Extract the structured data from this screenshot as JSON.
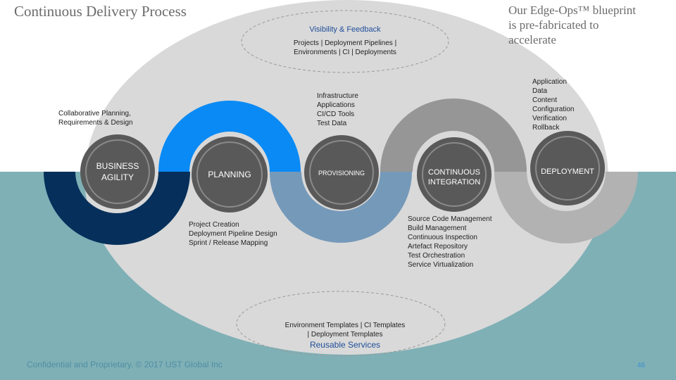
{
  "title": "Continuous Delivery Process",
  "tagline": [
    "Our Edge-Ops™ blueprint",
    "is pre-fabricated to",
    "accelerate"
  ],
  "visibility": {
    "heading": "Visibility & Feedback",
    "line1": "Projects  |  Deployment Pipelines  |",
    "line2": "Environments  |  CI  |  Deployments"
  },
  "reusable": {
    "line1": "Environment Templates  |  CI Templates",
    "line2": "|  Deployment Templates",
    "heading": "Reusable Services"
  },
  "stages": [
    {
      "name": "BUSINESS AGILITY",
      "line1": "BUSINESS",
      "line2": "AGILITY"
    },
    {
      "name": "PLANNING",
      "line1": "PLANNING",
      "line2": ""
    },
    {
      "name": "PROVISIONING",
      "line1": "PROVISIONING",
      "line2": ""
    },
    {
      "name": "CONTINUOUS INTEGRATION",
      "line1": "CONTINUOUS",
      "line2": "INTEGRATION"
    },
    {
      "name": "DEPLOYMENT",
      "line1": "DEPLOYMENT",
      "line2": ""
    }
  ],
  "details": {
    "business_agility": [
      "Collaborative Planning,",
      "Requirements & Design"
    ],
    "planning": [
      "Project Creation",
      "Deployment Pipeline  Design",
      "Sprint / Release Mapping"
    ],
    "provisioning": [
      "Infrastructure",
      "Applications",
      "CI/CD  Tools",
      "Test Data"
    ],
    "continuous_integration": [
      "Source Code Management",
      "Build Management",
      "Continuous Inspection",
      "Artefact Repository",
      "Test Orchestration",
      "Service Virtualization"
    ],
    "deployment": [
      "Application",
      "Data",
      "Content",
      "Configuration",
      "Verification",
      "Rollback"
    ]
  },
  "footer": "Confidential and Proprietary. © 2017 UST Global Inc",
  "page_number": "46",
  "colors": {
    "sea": "#7fb0b6",
    "ellipse": "#d9d9d9",
    "business_agility": "#06305b",
    "planning": "#0a8af5",
    "provisioning": "#7599b9",
    "continuous_integration": "#969696",
    "deployment": "#b2b2b2",
    "node": "#595959"
  }
}
